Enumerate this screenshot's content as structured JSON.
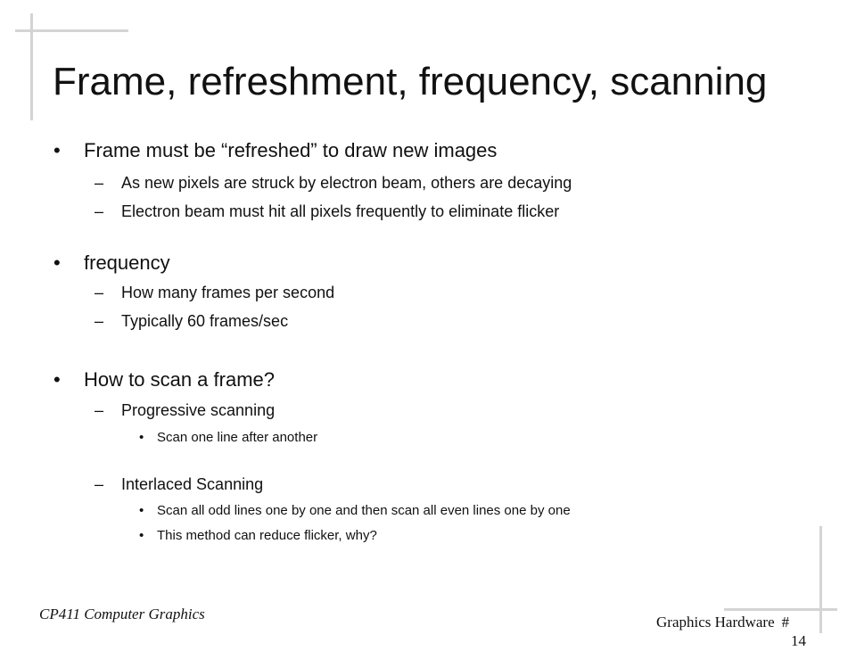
{
  "slide": {
    "title": "Frame, refreshment, frequency, scanning",
    "bullet_char": "•",
    "dash_char": "–",
    "small_bullet_char": "•",
    "items": [
      {
        "text": "Frame must be “refreshed” to draw new images",
        "children": [
          {
            "text": "As new pixels are struck by electron beam, others are decaying"
          },
          {
            "text": "Electron beam must hit all pixels frequently to eliminate flicker"
          }
        ]
      },
      {
        "text": "frequency",
        "children": [
          {
            "text": "How many frames per second"
          },
          {
            "text": "Typically 60 frames/sec"
          }
        ]
      },
      {
        "text": "How to scan a frame?",
        "children": [
          {
            "text": "Progressive scanning",
            "children": [
              {
                "text": "Scan one line after another"
              }
            ]
          },
          {
            "text": "Interlaced Scanning",
            "children": [
              {
                "text": "Scan all odd lines one by one and then scan all even lines one by one"
              },
              {
                "text": "This method can reduce flicker, why?"
              }
            ]
          }
        ]
      }
    ]
  },
  "footer": {
    "course": "CP411 Computer Graphics",
    "section": "Graphics Hardware",
    "page_marker": "#",
    "page_number": "14"
  },
  "colors": {
    "text": "#111111",
    "decoration": "#d4d4d4",
    "background": "#ffffff"
  }
}
